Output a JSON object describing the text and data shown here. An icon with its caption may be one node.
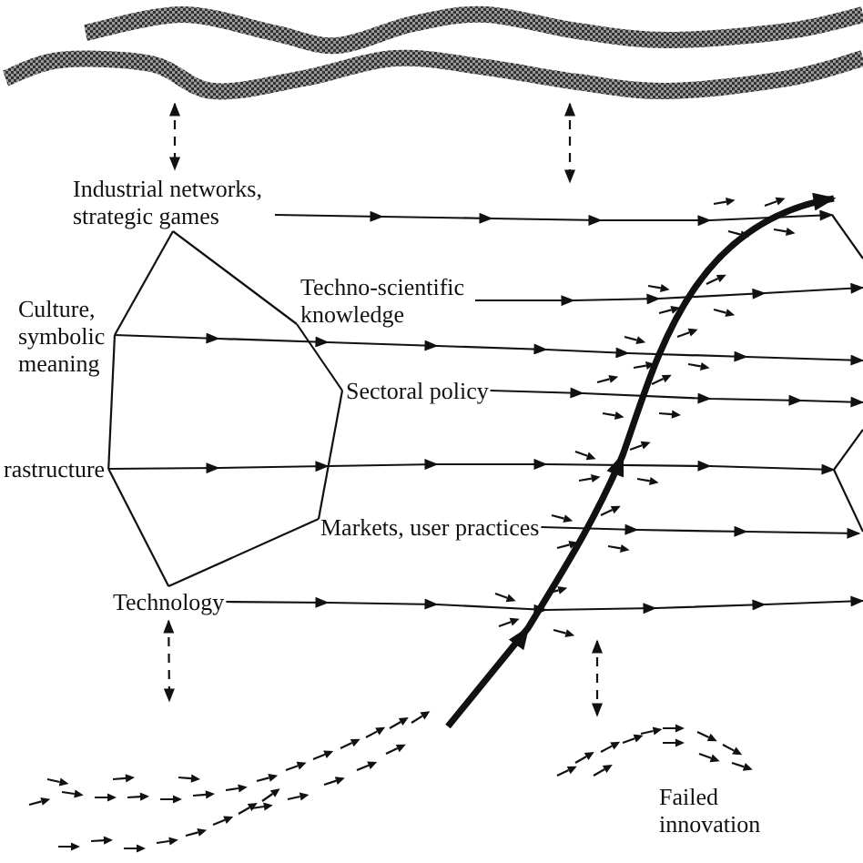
{
  "diagram": {
    "nodes": [
      {
        "text": [],
        "shape": "band"
      },
      {
        "text": [
          "Industrial networks, strategic games"
        ]
      },
      {
        "text": [
          "Techno-scientific knowledge"
        ]
      },
      {
        "text": [
          "Culture, symbolic meaning"
        ]
      },
      {
        "text": [
          "Sectoral policy"
        ]
      },
      {
        "text": [
          "rastructure"
        ]
      },
      {
        "text": [
          "Markets, user practices"
        ]
      },
      {
        "text": [
          "Technology"
        ]
      },
      {
        "text": [],
        "shape": "polygon"
      },
      {
        "text": [],
        "shape": "picture"
      },
      {
        "text": [],
        "shape": "picture",
        "beside": [
          "Failed innovation"
        ]
      }
    ],
    "edges": [
      {
        "from": 0,
        "to": 1,
        "arrow": "both",
        "style": "dashed"
      },
      {
        "from": 0,
        "to": null,
        "arrow": "both",
        "style": "dashed"
      },
      {
        "from": 1,
        "to": 2,
        "arrow": "none"
      },
      {
        "from": 2,
        "to": 4,
        "arrow": "none"
      },
      {
        "from": 4,
        "to": 6,
        "arrow": "none"
      },
      {
        "from": 6,
        "to": 7,
        "arrow": "none"
      },
      {
        "from": 7,
        "to": 5,
        "arrow": "none"
      },
      {
        "from": 5,
        "to": 3,
        "arrow": "none"
      },
      {
        "from": 3,
        "to": 1,
        "arrow": "none"
      },
      {
        "from": 1,
        "to": 8,
        "arrow": "to"
      },
      {
        "from": 2,
        "to": 8,
        "arrow": "to"
      },
      {
        "from": 3,
        "to": 8,
        "arrow": "to"
      },
      {
        "from": 4,
        "to": 8,
        "arrow": "to"
      },
      {
        "from": 5,
        "to": 8,
        "arrow": "to"
      },
      {
        "from": 6,
        "to": 8,
        "arrow": "to"
      },
      {
        "from": 7,
        "to": null,
        "arrow": "to"
      },
      {
        "from": 9,
        "to": 8,
        "arrow": "to",
        "style": "thick"
      },
      {
        "from": 7,
        "to": 9,
        "arrow": "both",
        "style": "dashed"
      },
      {
        "from": null,
        "to": 10,
        "arrow": "both",
        "style": "dashed"
      }
    ]
  }
}
